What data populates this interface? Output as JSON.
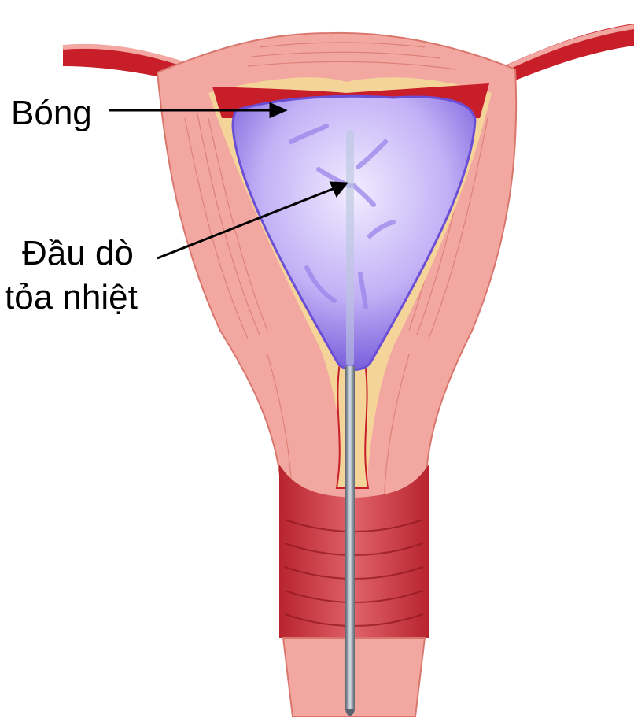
{
  "labels": {
    "balloon": "Bóng",
    "probe_line1": "Đầu dò",
    "probe_line2": "tỏa nhiệt"
  },
  "colors": {
    "tissue": "#f2a8a0",
    "tissue_dark": "#d9776e",
    "lining": "#f5d49a",
    "vessel": "#c81e2a",
    "balloon": "#b7a3f0",
    "balloon_edge": "#6d52d8",
    "probe": "#6d7b8a",
    "text": "#000000"
  }
}
